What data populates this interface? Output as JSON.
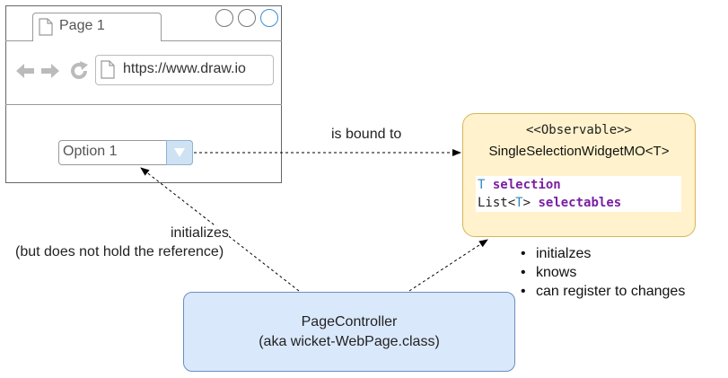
{
  "browser": {
    "tab_label": "Page 1",
    "url": "https://www.draw.io",
    "dropdown_value": "Option 1"
  },
  "model_object": {
    "stereotype": "<<Observable>>",
    "name": "SingleSelectionWidgetMO<T>",
    "attributes": [
      {
        "type": "T",
        "name": "selection"
      },
      {
        "type_prefix": "List<",
        "type_param": "T",
        "type_suffix": ">",
        "name": "selectables"
      }
    ]
  },
  "controller": {
    "line1": "PageController",
    "line2": "(aka wicket-WebPage.class)"
  },
  "edges": {
    "bound_label": "is bound to",
    "init_label_line1": "initializes",
    "init_label_line2": "(but does not hold the reference)"
  },
  "notes": [
    "initialzes",
    "knows",
    "can register to changes"
  ],
  "colors": {
    "mo_fill": "#fff2cc",
    "mo_stroke": "#d6b656",
    "controller_fill": "#dae8fc",
    "controller_stroke": "#6c8ebf",
    "keyword": "#7a1fa2",
    "type_param": "#2e86c1"
  },
  "icons": [
    "page-icon",
    "back-arrow-icon",
    "forward-arrow-icon",
    "refresh-icon",
    "dropdown-arrow-icon"
  ]
}
